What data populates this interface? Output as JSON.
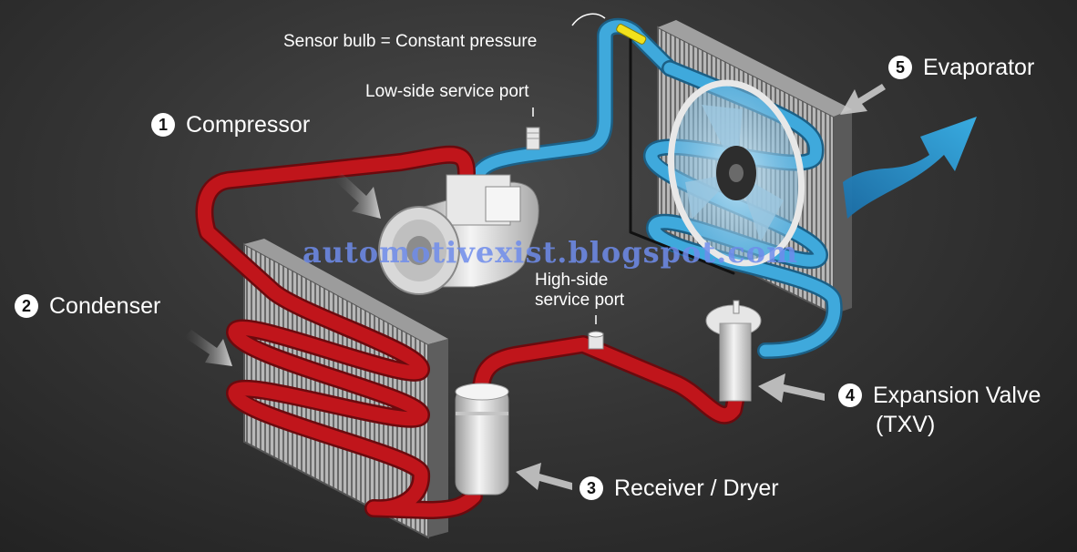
{
  "colors": {
    "hot_line": "#c0151b",
    "cold_line": "#3fa9dc",
    "sensor_bulb": "#f2e21c",
    "background": "#353535",
    "text": "#ffffff",
    "watermark": "#6e8ceb"
  },
  "labels": {
    "sensor_bulb": "Sensor bulb = Constant pressure",
    "low_side_port": "Low-side service port",
    "high_side_port_line1": "High-side",
    "high_side_port_line2": "service port"
  },
  "components": [
    {
      "number": "1",
      "name": "Compressor"
    },
    {
      "number": "2",
      "name": "Condenser"
    },
    {
      "number": "3",
      "name": "Receiver / Dryer"
    },
    {
      "number": "4",
      "name": "Expansion Valve",
      "name_line2": "(TXV)"
    },
    {
      "number": "5",
      "name": "Evaporator"
    }
  ],
  "watermark": "automotivexist.blogspot.com"
}
